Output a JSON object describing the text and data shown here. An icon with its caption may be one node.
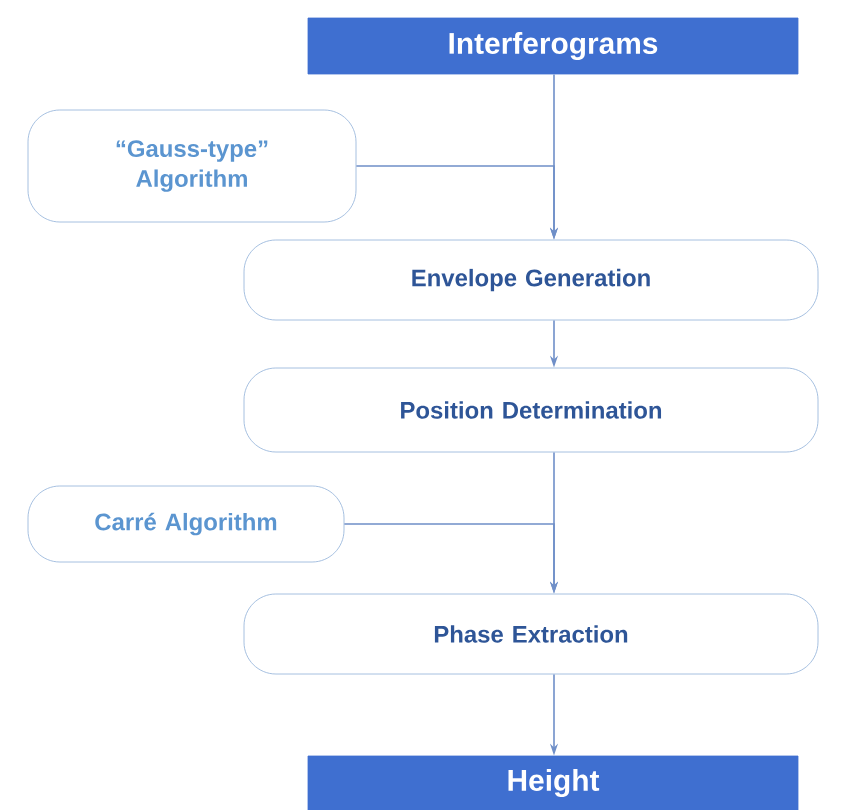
{
  "diagram": {
    "nodes": [
      {
        "text": [
          "Interferograms"
        ]
      },
      {
        "text": [
          "“Gauss-type” Algorithm"
        ]
      },
      {
        "text": [
          "Envelope Generation"
        ]
      },
      {
        "text": [
          "Position Determination"
        ]
      },
      {
        "text": [
          "Carré Algorithm"
        ]
      },
      {
        "text": [
          "Phase Extraction"
        ]
      },
      {
        "text": [
          "Height"
        ]
      }
    ],
    "edges": [
      {
        "from": 0,
        "to": 2,
        "arrow": "to"
      },
      {
        "from": 1,
        "to": 2,
        "arrow": "to"
      },
      {
        "from": 2,
        "to": 3,
        "arrow": "to"
      },
      {
        "from": 3,
        "to": 5,
        "arrow": "to"
      },
      {
        "from": 4,
        "to": 5,
        "arrow": "to"
      },
      {
        "from": 5,
        "to": 6,
        "arrow": "to"
      }
    ]
  }
}
